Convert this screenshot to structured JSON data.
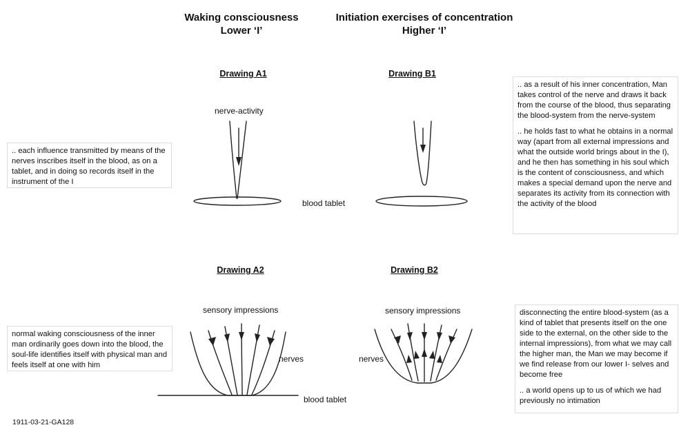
{
  "columns": {
    "left": {
      "line1": "Waking consciousness",
      "line2": "Lower ‘I’"
    },
    "right": {
      "line1": "Initiation exercises of concentration",
      "line2": "Higher ‘I’"
    }
  },
  "drawings": {
    "a1": {
      "heading": "Drawing A1",
      "top_label": "nerve-activity",
      "side_label": "blood tablet"
    },
    "b1": {
      "heading": "Drawing B1"
    },
    "a2": {
      "heading": "Drawing A2",
      "top_label": "sensory impressions",
      "side_label": "nerves",
      "bottom_label": "blood tablet"
    },
    "b2": {
      "heading": "Drawing B2",
      "top_label": "sensory impressions",
      "side_label": "nerves"
    }
  },
  "notes": {
    "a1": ".. each influence transmitted by means of the nerves inscribes itself in the blood, as on a tablet, and in doing so records itself in the instrument of the I",
    "b1_p1": ".. as a result of his inner concentration, Man takes control of the nerve and draws it back from the course of the blood, thus separating the blood-system from the nerve-system",
    "b1_p2": ".. he holds fast to what he obtains in a normal way (apart from all external impressions and what the outside world brings about in the I), and he then has something in his soul which is the content of consciousness, and which makes a special demand upon the nerve and separates its activity from its connection with the activity of the blood",
    "a2": "normal waking consciousness of the inner man ordinarily goes down into the blood, the soul-life identifies itself with physical man and feels itself at one with him",
    "b2_p1": "disconnecting the entire blood-system (as a kind of tablet that presents itself on the one side to the external, on the other side to the internal impressions), from what we may call the higher man, the Man we may become if we find release from our lower I- selves and become free",
    "b2_p2": ".. a world opens up to us of which we had previously no intimation"
  },
  "reference": "1911-03-21-GA128"
}
